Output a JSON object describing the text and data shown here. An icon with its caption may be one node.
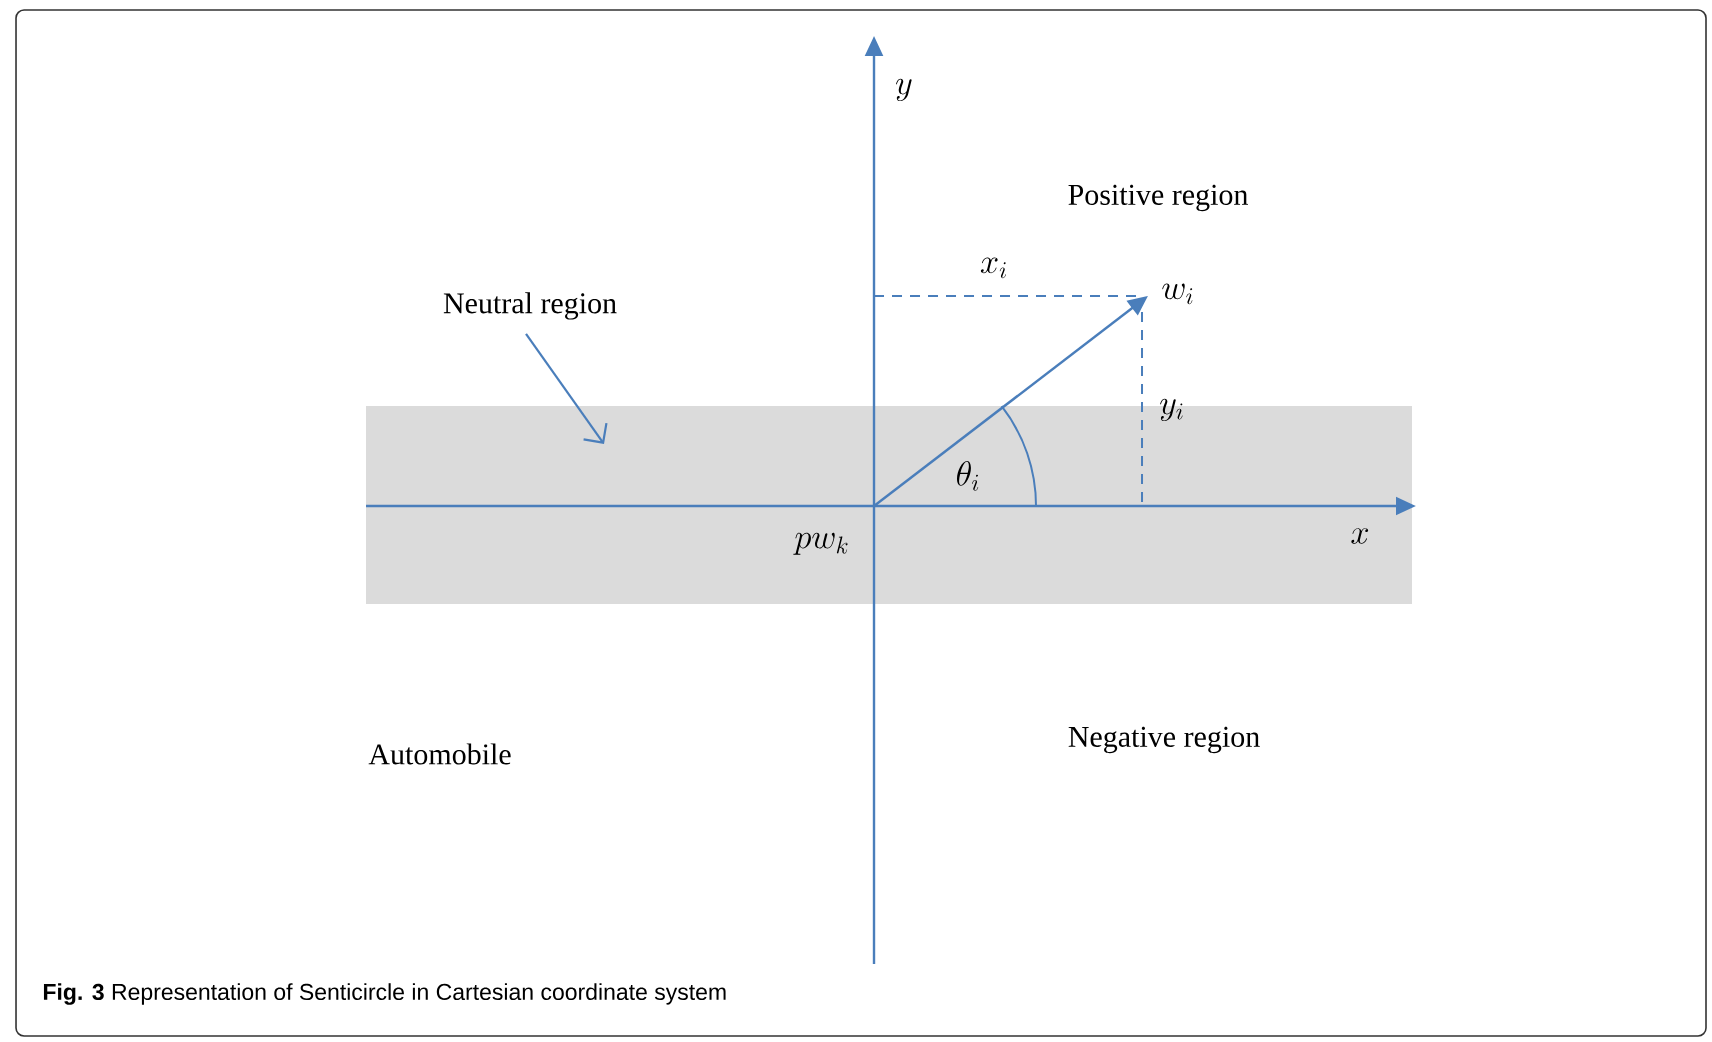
{
  "diagram": {
    "caption": "**Fig. 3** Representation of Senticircle in Cartesian coordinate system",
    "nodes": [
      {
        "text": [
          "Neutral region"
        ]
      },
      {
        "text": [],
        "shape": "box"
      }
    ],
    "edges": [
      {
        "from": 0,
        "to": 1,
        "arrow": "to"
      }
    ],
    "labels": [
      "y",
      "Positive region",
      "x_i",
      "w_i",
      "y_i",
      "\\theta_i",
      "pw_k",
      "x",
      "Automobile",
      "Negative region"
    ]
  }
}
